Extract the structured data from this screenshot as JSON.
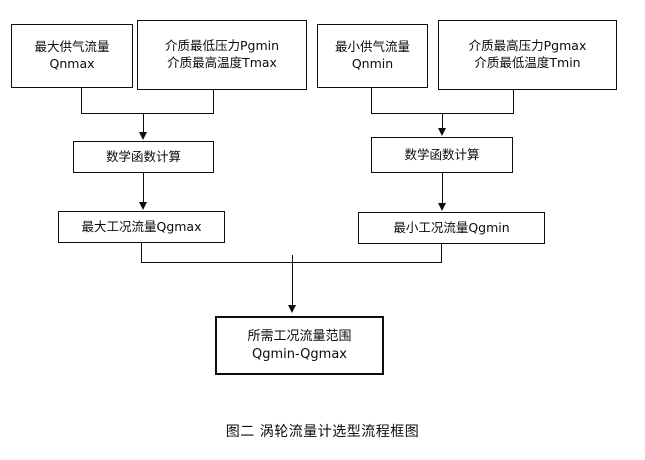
{
  "figure": {
    "caption": "图二  涡轮流量计选型流程框图",
    "colors": {
      "stroke": "#0d0d0d",
      "background": "#ffffff",
      "text": "#0b0b0b"
    }
  },
  "nodes": {
    "input_max_flow": {
      "line1": "最大供气流量",
      "line2": "Qnmax"
    },
    "input_min_pressure_max_temp": {
      "line1": "介质最低压力Pgmin",
      "line2": "介质最高温度Tmax"
    },
    "input_min_flow": {
      "line1": "最小供气流量",
      "line2": "Qnmin"
    },
    "input_max_pressure_min_temp": {
      "line1": "介质最高压力Pgmax",
      "line2": "介质最低温度Tmin"
    },
    "process_left": {
      "line1": "数学函数计算"
    },
    "process_right": {
      "line1": "数学函数计算"
    },
    "result_max": {
      "line1": "最大工况流量Qgmax"
    },
    "result_min": {
      "line1": "最小工况流量Qgmin"
    },
    "final_range": {
      "line1": "所需工况流量范围",
      "line2": "Qgmin-Qgmax"
    }
  }
}
